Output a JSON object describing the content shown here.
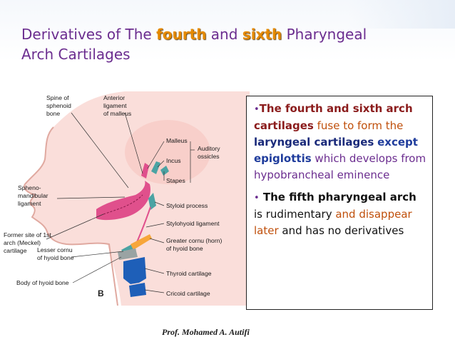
{
  "title": {
    "prefix": "Derivatives of The",
    "highlight1": "fourth",
    "middle": "and",
    "highlight2": "sixth",
    "suffix": "Pharyngeal",
    "line2": "Arch Cartilages"
  },
  "figure": {
    "labels": {
      "spine": [
        "Spine of",
        "sphenoid",
        "bone"
      ],
      "anterior_ligament": [
        "Anterior",
        "ligament",
        "of malleus"
      ],
      "malleus": "Malleus",
      "incus": "Incus",
      "stapes": "Stapes",
      "auditory_ossicles": [
        "Auditory",
        "ossicles"
      ],
      "spheno_mandibular": [
        "Spheno-",
        "mandibular",
        "ligament"
      ],
      "styloid_process": "Styloid process",
      "stylohyoid_ligament": "Stylohyoid ligament",
      "former_site": [
        "Former site of 1st",
        "arch (Meckel)",
        "cartilage"
      ],
      "lesser_cornu": [
        "Lesser cornu",
        "of hyoid bone"
      ],
      "greater_cornu": [
        "Greater cornu (horn)",
        "of hyoid bone"
      ],
      "thyroid_cartilage": "Thyroid cartilage",
      "body_hyoid": "Body of hyoid bone",
      "cricoid_cartilage": "Cricoid cartilage",
      "panel_letter": "B"
    },
    "colors": {
      "skin": "#f9d8d4",
      "first_arch": "#e0508c",
      "second_arch": "#4ba3a3",
      "third_arch": "#f7a63a",
      "fourth_sixth_arch": "#1e5fb8"
    }
  },
  "textbox": {
    "p1": {
      "bullet": "•",
      "s1": "The fourth and sixth arch cartilages",
      "s2": " fuse to form the ",
      "s3": "laryngeal cartilages",
      "s4": " ",
      "s5": "except epiglottis",
      "s6": " which develops from hypobrancheal eminence"
    },
    "p2": {
      "bullet": "•",
      "s1": " The fifth pharyngeal arch",
      "s2": " is rudimentary ",
      "s3": "and disappear later",
      "s4": " and has no derivatives"
    }
  },
  "footer": "Prof. Mohamed A. Autifi"
}
